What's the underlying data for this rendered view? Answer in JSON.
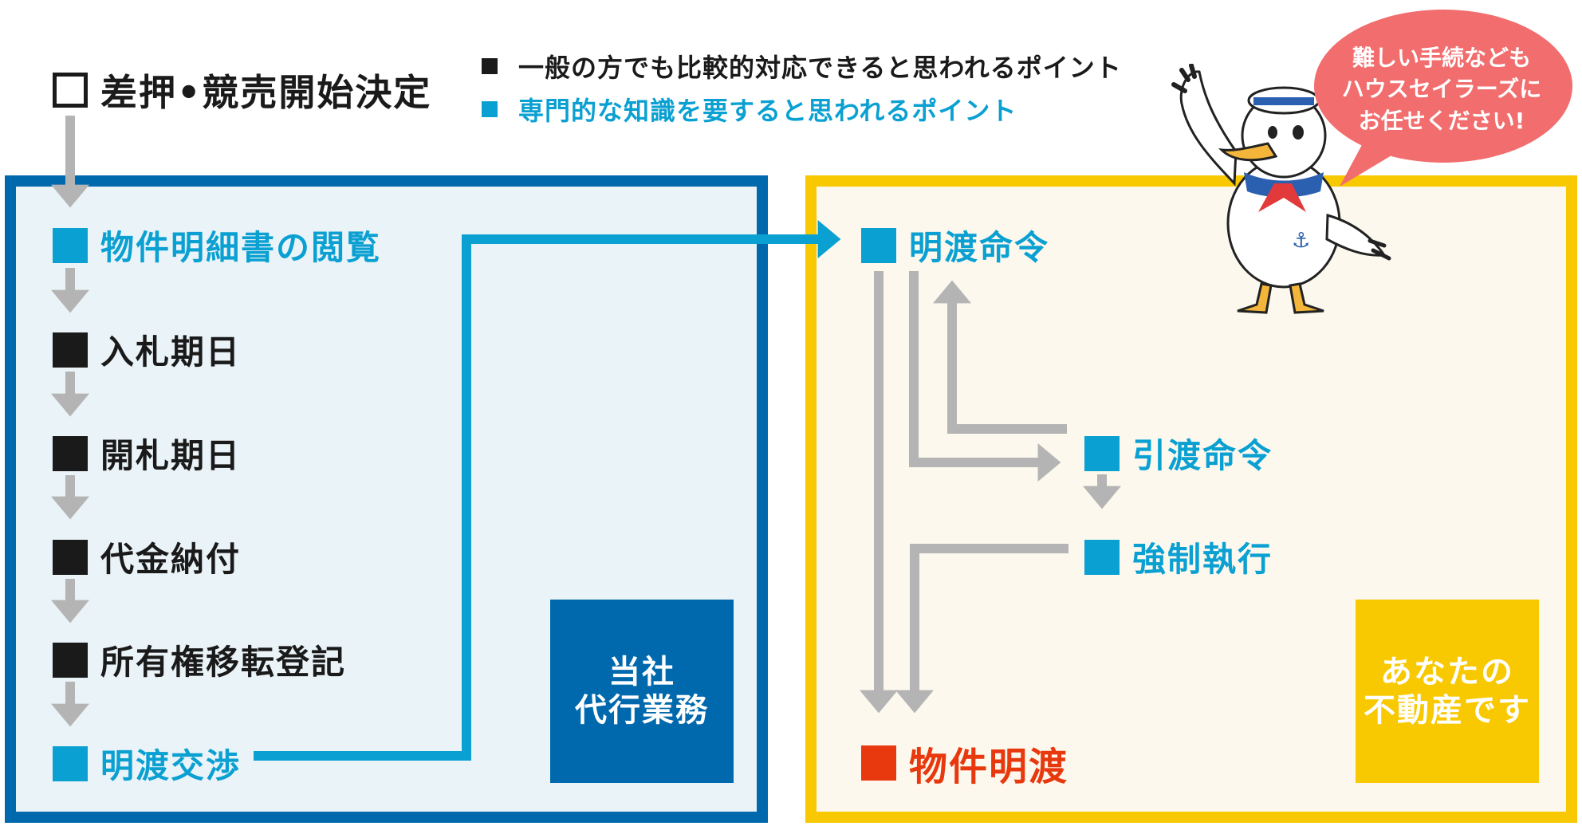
{
  "header": {
    "start_step": "差押•競売開始決定"
  },
  "legend": {
    "general": "一般の方でも比較的対応できると思われるポイント",
    "specialist": "専門的な知識を要すると思われるポイント"
  },
  "left_panel": {
    "steps": [
      "物件明細書の閲覧",
      "入札期日",
      "開札期日",
      "代金納付",
      "所有権移転登記",
      "明渡交渉"
    ],
    "tag_line1": "当社",
    "tag_line2": "代行業務"
  },
  "right_panel": {
    "order": "明渡命令",
    "handover_order": "引渡命令",
    "enforcement": "強制執行",
    "final": "物件明渡",
    "tag_line1": "あなたの",
    "tag_line2": "不動産です"
  },
  "mascot": {
    "bubble_line1": "難しい手続なども",
    "bubble_line2": "ハウスセイラーズに",
    "bubble_line3": "お任せください!"
  },
  "colors": {
    "dark": "#1a1a1a",
    "specialist_blue": "#0aa0d2",
    "left_panel_border": "#0068ac",
    "right_panel_border": "#f8c800",
    "final_red": "#e8380d",
    "arrow_gray": "#b4b4b4",
    "bubble_pink": "#f26d6d"
  }
}
